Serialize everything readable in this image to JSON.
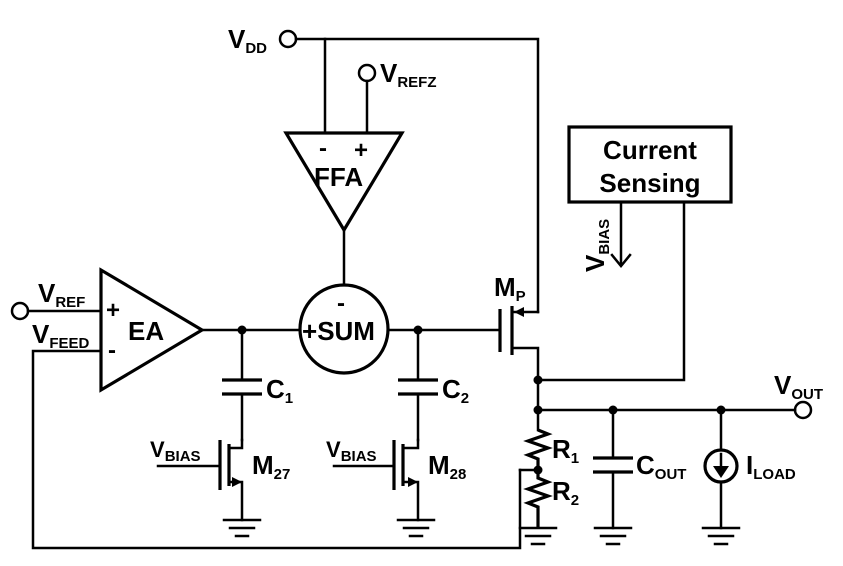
{
  "labels": {
    "vdd": {
      "main": "V",
      "sub": "DD"
    },
    "vrefz": {
      "main": "V",
      "sub": "REFZ"
    },
    "vref": {
      "main": "V",
      "sub": "REF"
    },
    "vfeed": {
      "main": "V",
      "sub": "FEED"
    },
    "vout": {
      "main": "V",
      "sub": "OUT"
    },
    "vbias_cs": {
      "main": "V",
      "sub": "BIAS"
    },
    "vbias1": {
      "main": "V",
      "sub": "BIAS"
    },
    "vbias2": {
      "main": "V",
      "sub": "BIAS"
    },
    "mp": {
      "main": "M",
      "sub": "P"
    },
    "m27": {
      "main": "M",
      "sub": "27"
    },
    "m28": {
      "main": "M",
      "sub": "28"
    },
    "c1": {
      "main": "C",
      "sub": "1"
    },
    "c2": {
      "main": "C",
      "sub": "2"
    },
    "r1": {
      "main": "R",
      "sub": "1"
    },
    "r2": {
      "main": "R",
      "sub": "2"
    },
    "cout": {
      "main": "C",
      "sub": "OUT"
    },
    "iload": {
      "main": "I",
      "sub": "LOAD"
    }
  },
  "blocks": {
    "ffa": {
      "name": "FFA",
      "minus": "-",
      "plus": "+"
    },
    "ea": {
      "name": "EA",
      "plus": "+",
      "minus": "-"
    },
    "sum": {
      "name": "SUM",
      "plus": "+",
      "minus": "-"
    },
    "current_sensing": {
      "line1": "Current",
      "line2": "Sensing"
    }
  }
}
